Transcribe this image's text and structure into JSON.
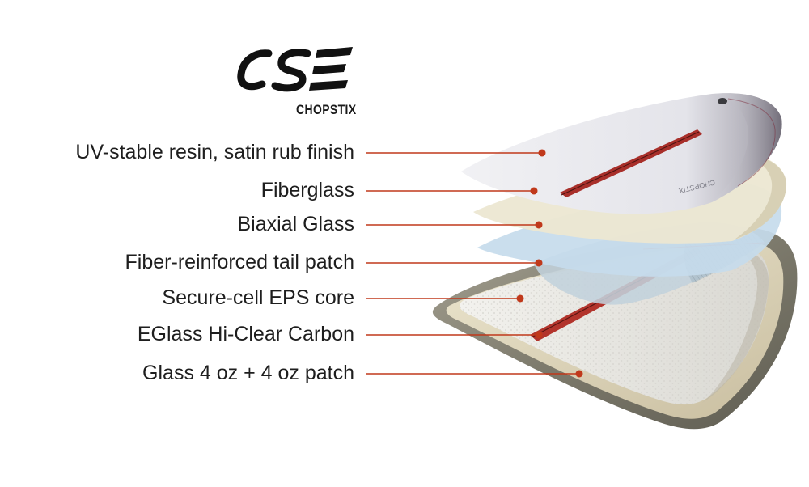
{
  "brand": {
    "logo_text": "CSE",
    "model": "CHOPSTIX",
    "deck_print": "CHOPSTIX"
  },
  "colors": {
    "leader": "#c0391b",
    "label_text": "#1e1e1e",
    "topcoat": "#e9e9ed",
    "fiberglass": "#ece7d2",
    "biaxial": "#c6dbec",
    "tail_patch": "#c2d2dc",
    "core": "#ecebe7",
    "carbon_stringer": "#b2342c",
    "bottom_glass": "#d9d0b4",
    "rail": "#8a8677"
  },
  "layers": [
    {
      "label": "UV-stable resin, satin rub finish"
    },
    {
      "label": "Fiberglass"
    },
    {
      "label": "Biaxial Glass"
    },
    {
      "label": "Fiber-reinforced tail patch"
    },
    {
      "label": "Secure-cell EPS core"
    },
    {
      "label": "EGlass Hi-Clear Carbon"
    },
    {
      "label": "Glass 4 oz + 4 oz patch"
    }
  ]
}
